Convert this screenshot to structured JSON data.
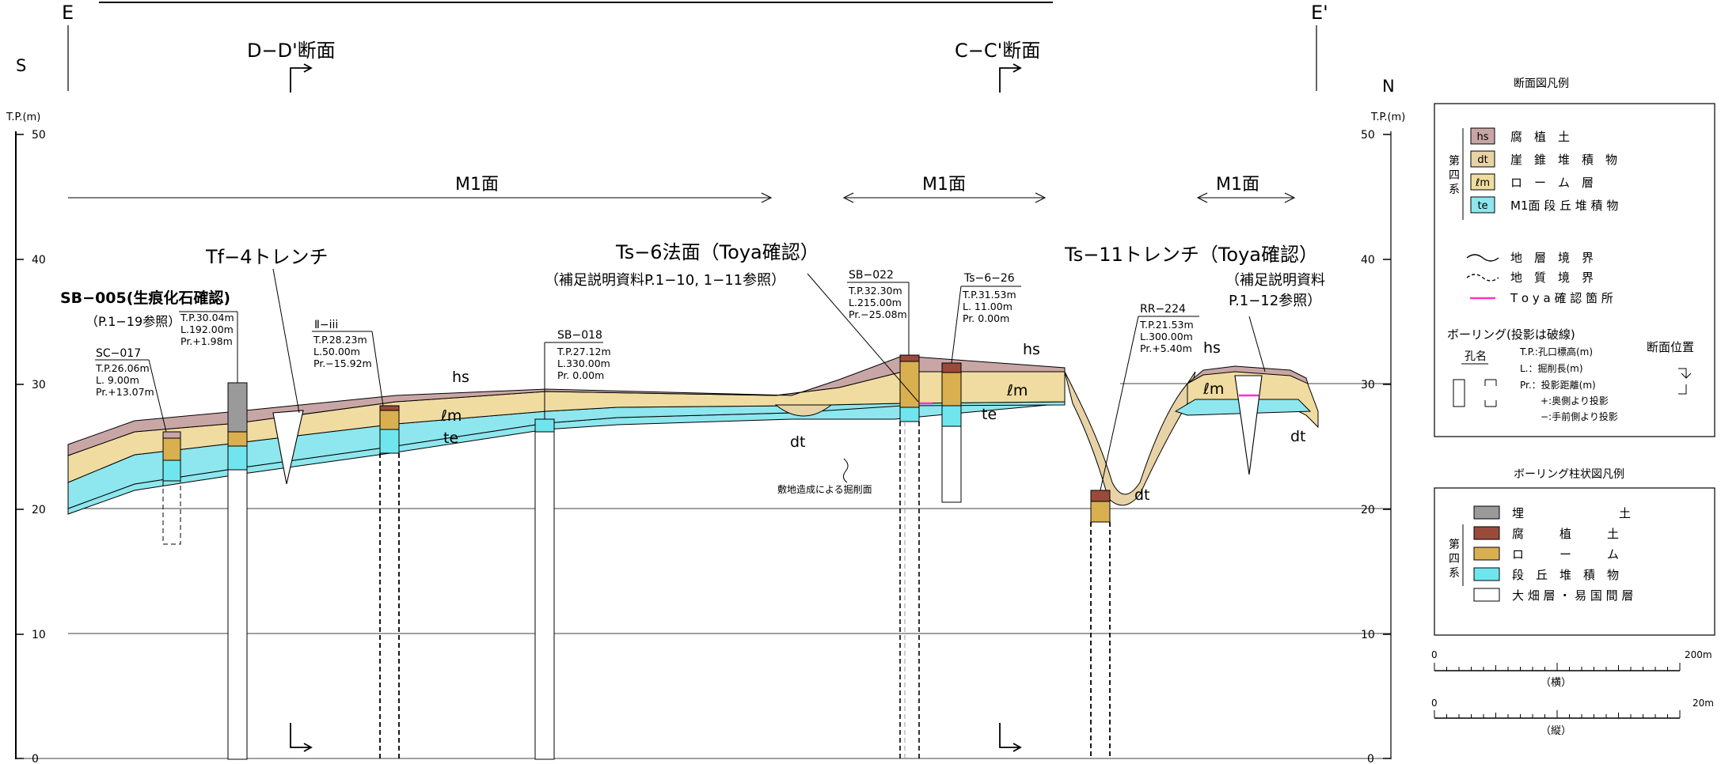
{
  "header": {
    "left_marker": "E",
    "right_marker": "E'",
    "left_dir": "S",
    "right_dir": "N",
    "section_d": "D−D'断面",
    "section_c": "C−C'断面"
  },
  "axes": {
    "unit": "T.P.(m)",
    "ticks": [
      "50",
      "40",
      "30",
      "20",
      "10",
      "0"
    ]
  },
  "surfaces": {
    "m1_a": "M1面",
    "m1_b": "M1面",
    "m1_c": "M1面"
  },
  "trench_titles": {
    "tf4": "Tf−4トレンチ",
    "ts6_title": "Ts−6法面（Toya確認）",
    "ts6_sub": "（補足説明資料P.1−10, 1−11参照）",
    "ts11_title": "Ts−11トレンチ（Toya確認）",
    "ts11_sub1": "（補足説明資料",
    "ts11_sub2": "P.1−12参照）",
    "sb005_title": "SB−005(生痕化石確認)",
    "sb005_sub": "（P.1−19参照）",
    "excavation_note": "敷地造成による掘削面"
  },
  "layer_labels": {
    "hs_1": "hs",
    "lm_1": "ℓm",
    "te_1": "te",
    "dt_1": "dt",
    "hs_2": "hs",
    "lm_2": "ℓm",
    "te_2": "te",
    "dt_2": "dt",
    "hs_3": "hs",
    "lm_3": "ℓm",
    "dt_3": "dt"
  },
  "boreholes": [
    {
      "name": "SC−017",
      "tp": "T.P.26.06m",
      "l": "L.  9.00m",
      "pr": "Pr.+13.07m"
    },
    {
      "name": "",
      "tp": "T.P.30.04m",
      "l": "L.192.00m",
      "pr": "Pr.+1.98m"
    },
    {
      "name": "Ⅱ−iii",
      "tp": "T.P.28.23m",
      "l": "L.50.00m",
      "pr": "Pr.−15.92m"
    },
    {
      "name": "SB−018",
      "tp": "T.P.27.12m",
      "l": "L.330.00m",
      "pr": "Pr.  0.00m"
    },
    {
      "name": "SB−022",
      "tp": "T.P.32.30m",
      "l": "L.215.00m",
      "pr": "Pr.−25.08m"
    },
    {
      "name": "Ts−6−26",
      "tp": "T.P.31.53m",
      "l": "L.  11.00m",
      "pr": "Pr.  0.00m"
    },
    {
      "name": "RR−224",
      "tp": "T.P.21.53m",
      "l": "L.300.00m",
      "pr": "Pr.+5.40m"
    }
  ],
  "legend_section": {
    "title": "断面図凡例",
    "group": "第四系",
    "items": [
      {
        "code": "hs",
        "label": "腐　植　土",
        "color": "#c9a6a6"
      },
      {
        "code": "dt",
        "label": "崖　錐　堆　積　物",
        "color": "#e8d3a6"
      },
      {
        "code": "ℓm",
        "label": "ロ　ー　ム　層",
        "color": "#f0dca0"
      },
      {
        "code": "te",
        "label": "M1面 段 丘 堆 積 物",
        "color": "#8ee6ee"
      }
    ],
    "lines": [
      {
        "label": "地　層　境　界"
      },
      {
        "label": "地　質　境　界"
      },
      {
        "label": "T o y a 確 認 箇 所",
        "color": "#ff33cc"
      }
    ],
    "boring_title": "ボーリング(投影は破線)",
    "hole_name": "孔名",
    "section_pos": "断面位置",
    "notes": [
      "T.P.:孔口標高(m)",
      "L.：掘削長(m)",
      "Pr.：投影距離(m)",
      "+:奥側より投影",
      "−:手前側より投影"
    ]
  },
  "legend_column": {
    "title": "ボーリング柱状図凡例",
    "group": "第四系",
    "items": [
      {
        "label": "埋　　　　　　　　土",
        "color": "#9a9a9a"
      },
      {
        "label": "腐　　　植　　　土",
        "color": "#9a4a3a"
      },
      {
        "label": "ロ　　　ー　　　ム",
        "color": "#d9b050"
      },
      {
        "label": "段　丘　堆　積　物",
        "color": "#6fe6ee"
      },
      {
        "label": "大 畑 層 ・ 易 国 間 層",
        "color": "#ffffff"
      }
    ]
  },
  "scales": {
    "h_zero": "0",
    "h_max": "200m",
    "h_label": "（横）",
    "v_zero": "0",
    "v_max": "20m",
    "v_label": "（縦）"
  },
  "colors": {
    "hs": "#c9a6a6",
    "lm": "#f0dca0",
    "te": "#8ee6ee",
    "dt": "#e8d3a6",
    "toya": "#ff33cc"
  }
}
